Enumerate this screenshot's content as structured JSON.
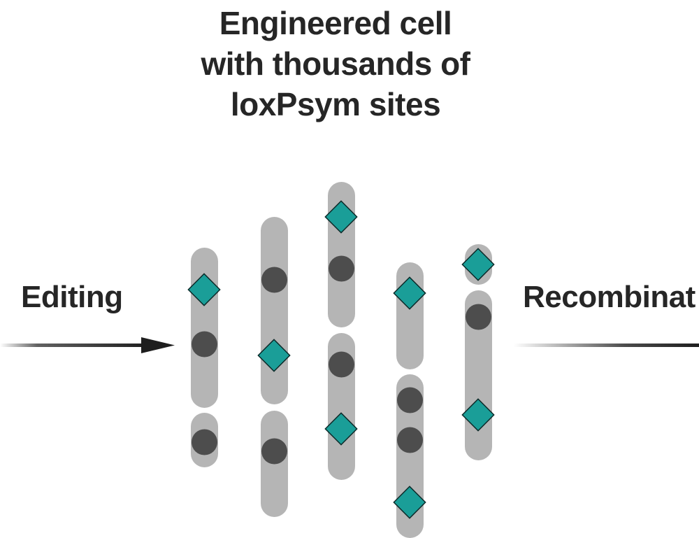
{
  "title_lines": [
    "Engineered cell",
    "with thousands of",
    "loxPsym sites"
  ],
  "left_label": "Editing",
  "right_label": "Recombinat",
  "colors": {
    "text": "#262626",
    "chromosome": "#b5b5b5",
    "centromere": "#4d4d4d",
    "site": "#1a9e98",
    "site_outline": "#0d2b2a",
    "arrow": "#1e1e1e"
  },
  "icons": {
    "site_marker": "diamond-icon",
    "centromere_marker": "circle-icon",
    "arrow": "arrow-right-icon"
  }
}
